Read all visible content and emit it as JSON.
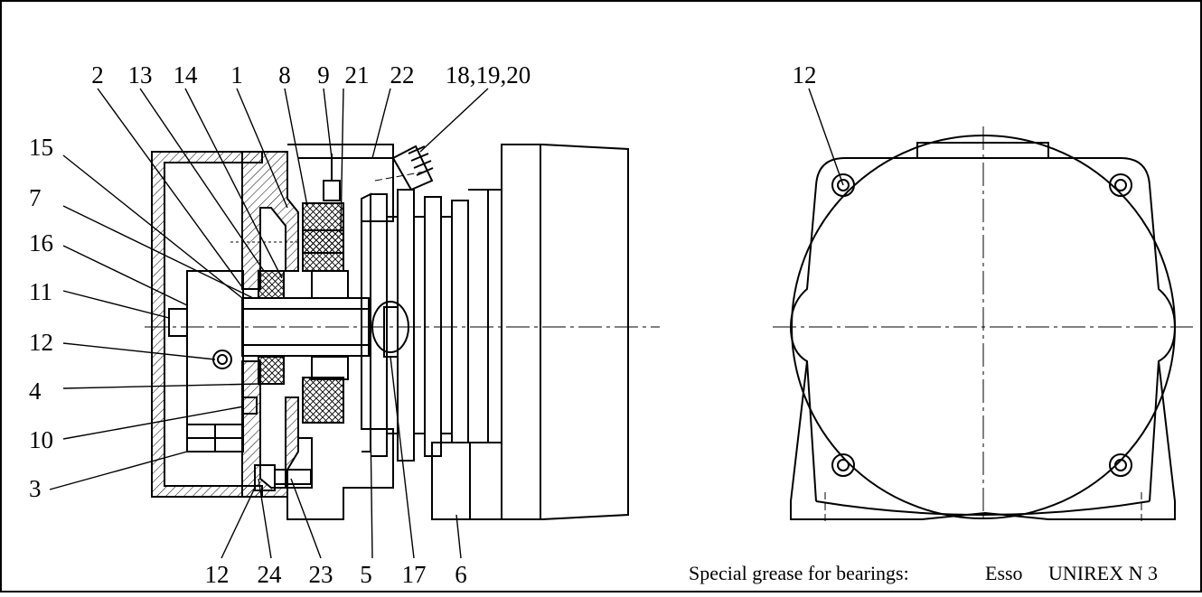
{
  "side_view": {
    "callouts_top": [
      "2",
      "13",
      "14",
      "1",
      "8",
      "9",
      "21",
      "22",
      "18,19,20"
    ],
    "callouts_left": [
      "15",
      "7",
      "16",
      "11",
      "12",
      "4",
      "10",
      "3"
    ],
    "callouts_bottom": [
      "12",
      "24",
      "23",
      "5",
      "17",
      "6"
    ]
  },
  "front_view": {
    "callout_top": "12"
  },
  "note": {
    "label": "Special grease for bearings:",
    "brand": "Esso",
    "product": "UNIREX N 3"
  },
  "colors": {
    "line": "#000000",
    "background": "#ffffff"
  }
}
